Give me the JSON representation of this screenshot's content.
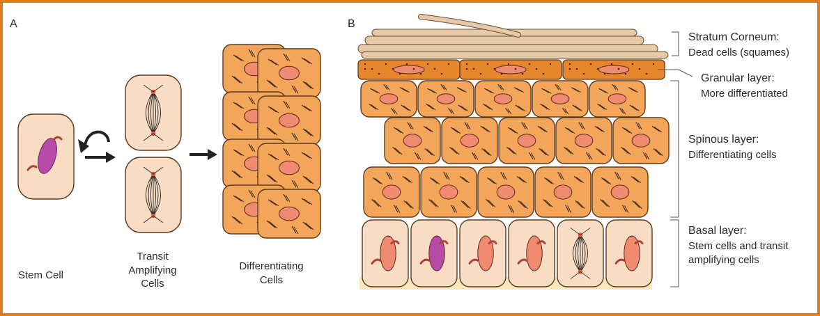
{
  "panel_a": {
    "letter": "A",
    "stem_cell": "Stem Cell",
    "transit_line1": "Transit",
    "transit_line2": "Amplifying",
    "transit_line3": "Cells",
    "diff_line1": "Differentiating",
    "diff_line2": "Cells"
  },
  "panel_b": {
    "letter": "B",
    "corneum_title": "Stratum Corneum:",
    "corneum_desc": "Dead cells (squames)",
    "granular_title": "Granular layer:",
    "granular_desc": "More differentiated",
    "spinous_title": "Spinous layer:",
    "spinous_desc": "Differentiating cells",
    "basal_title": "Basal layer:",
    "basal_desc1": "Stem cells and transit",
    "basal_desc2": "amplifying cells"
  },
  "colors": {
    "border": "#e07a1f",
    "orange_cell": "#f3a65a",
    "nucleus": "#f08a70",
    "basal_cell": "#f8dcc4",
    "stem_nucleus": "#b84aa8",
    "squame": "#e5c9a8"
  }
}
